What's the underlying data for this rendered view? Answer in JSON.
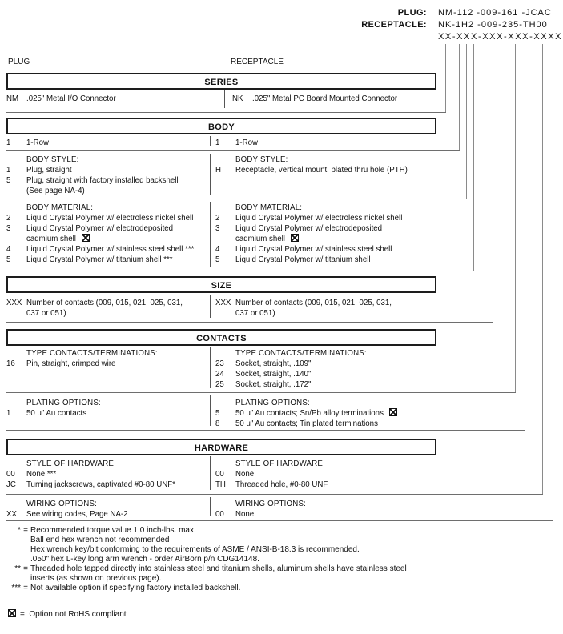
{
  "title_block": {
    "plug_label": "PLUG:",
    "plug_value": "NM-112 -009-161 -JCAC",
    "receptacle_label": "RECEPTACLE:",
    "receptacle_value": "NK-1H2 -009-235-TH00",
    "pattern": "XX-XXX-XXX-XXX-XXXX"
  },
  "column_labels": {
    "left": "PLUG",
    "right": "RECEPTACLE"
  },
  "sections": [
    {
      "id": "series",
      "title": "SERIES",
      "rows": [
        {
          "left": {
            "items": [
              {
                "code": "NM",
                "desc": ".025\" Metal I/O Connector"
              }
            ]
          },
          "right": {
            "items": [
              {
                "code": "NK",
                "desc": ".025\" Metal PC Board Mounted Connector"
              }
            ]
          }
        }
      ]
    },
    {
      "id": "body",
      "title": "BODY",
      "rows": [
        {
          "left": {
            "items": [
              {
                "code": "1",
                "desc": "1-Row"
              }
            ]
          },
          "right": {
            "items": [
              {
                "code": "1",
                "desc": "1-Row"
              }
            ]
          }
        },
        {
          "left": {
            "header": "BODY STYLE:",
            "items": [
              {
                "code": "1",
                "desc": "Plug, straight"
              },
              {
                "code": "5",
                "desc": "Plug, straight with factory installed backshell"
              },
              {
                "code": "",
                "desc": "(See page NA-4)"
              }
            ]
          },
          "right": {
            "header": "BODY STYLE:",
            "items": [
              {
                "code": "H",
                "desc": "Receptacle, vertical mount, plated thru hole (PTH)"
              }
            ]
          }
        },
        {
          "left": {
            "header": "BODY MATERIAL:",
            "items": [
              {
                "code": "2",
                "desc": "Liquid Crystal Polymer w/ electroless nickel shell"
              },
              {
                "code": "3",
                "desc": "Liquid Crystal Polymer w/ electrodeposited"
              },
              {
                "code": "",
                "desc": "cadmium shell",
                "rohs": true
              },
              {
                "code": "4",
                "desc": "Liquid Crystal Polymer w/ stainless steel shell ***"
              },
              {
                "code": "5",
                "desc": "Liquid Crystal Polymer w/ titanium shell ***"
              }
            ]
          },
          "right": {
            "header": "BODY MATERIAL:",
            "items": [
              {
                "code": "2",
                "desc": "Liquid Crystal Polymer w/ electroless nickel shell"
              },
              {
                "code": "3",
                "desc": "Liquid Crystal Polymer w/ electrodeposited"
              },
              {
                "code": "",
                "desc": "cadmium shell",
                "rohs": true
              },
              {
                "code": "4",
                "desc": "Liquid Crystal Polymer w/ stainless steel shell"
              },
              {
                "code": "5",
                "desc": "Liquid Crystal Polymer w/ titanium shell"
              }
            ]
          }
        }
      ]
    },
    {
      "id": "size",
      "title": "SIZE",
      "rows": [
        {
          "left": {
            "items": [
              {
                "code": "XXX",
                "desc": "Number of contacts (009, 015, 021, 025, 031,"
              },
              {
                "code": "",
                "desc": "037 or 051)"
              }
            ]
          },
          "right": {
            "items": [
              {
                "code": "XXX",
                "desc": "Number of contacts (009, 015, 021, 025, 031,"
              },
              {
                "code": "",
                "desc": "037 or 051)"
              }
            ]
          }
        }
      ]
    },
    {
      "id": "contacts",
      "title": "CONTACTS",
      "rows": [
        {
          "left": {
            "header": "TYPE CONTACTS/TERMINATIONS:",
            "items": [
              {
                "code": "16",
                "desc": "Pin, straight, crimped wire"
              }
            ]
          },
          "right": {
            "header": "TYPE CONTACTS/TERMINATIONS:",
            "items": [
              {
                "code": "23",
                "desc": "Socket, straight, .109\""
              },
              {
                "code": "24",
                "desc": "Socket, straight, .140\""
              },
              {
                "code": "25",
                "desc": "Socket, straight, .172\""
              }
            ]
          }
        },
        {
          "left": {
            "header": "PLATING OPTIONS:",
            "items": [
              {
                "code": "1",
                "desc": "50 u\" Au contacts"
              }
            ]
          },
          "right": {
            "header": "PLATING OPTIONS:",
            "items": [
              {
                "code": "5",
                "desc": "50 u\" Au contacts; Sn/Pb alloy terminations",
                "rohs": true
              },
              {
                "code": "8",
                "desc": "50 u\" Au contacts; Tin plated terminations"
              }
            ]
          }
        }
      ]
    },
    {
      "id": "hardware",
      "title": "HARDWARE",
      "rows": [
        {
          "left": {
            "header": "STYLE OF HARDWARE:",
            "items": [
              {
                "code": "00",
                "desc": "None ***"
              },
              {
                "code": "JC",
                "desc": "Turning jackscrews, captivated #0-80 UNF*"
              }
            ]
          },
          "right": {
            "header": "STYLE OF HARDWARE:",
            "items": [
              {
                "code": "00",
                "desc": "None"
              },
              {
                "code": "TH",
                "desc": "Threaded hole, #0-80 UNF"
              }
            ]
          }
        },
        {
          "left": {
            "header": "WIRING OPTIONS:",
            "items": [
              {
                "code": "XX",
                "desc": "See wiring codes, Page NA-2"
              }
            ]
          },
          "right": {
            "header": "WIRING OPTIONS:",
            "items": [
              {
                "code": "00",
                "desc": "None"
              }
            ]
          }
        }
      ]
    }
  ],
  "footnotes": [
    {
      "marker": "*",
      "lines": [
        "Recommended torque value 1.0 inch-lbs. max.",
        "Ball end hex wrench not recommended",
        "Hex wrench key/bit conforming to the requirements of ASME / ANSI-B-18.3 is recommended.",
        ".050\" hex L-key long arm wrench - order AirBorn p/n CDG14148."
      ]
    },
    {
      "marker": "**",
      "lines": [
        "Threaded hole tapped directly into stainless steel and titanium shells, aluminum shells have stainless steel",
        "inserts (as shown on previous page)."
      ]
    },
    {
      "marker": "***",
      "lines": [
        "Not available option if specifying factory installed backshell."
      ]
    }
  ],
  "rohs_note": {
    "icon": "rohs-box-icon",
    "text": "=  Option not RoHS compliant"
  },
  "colors": {
    "background": "#ffffff",
    "ink": "#111111",
    "line_gray": "#777777"
  }
}
